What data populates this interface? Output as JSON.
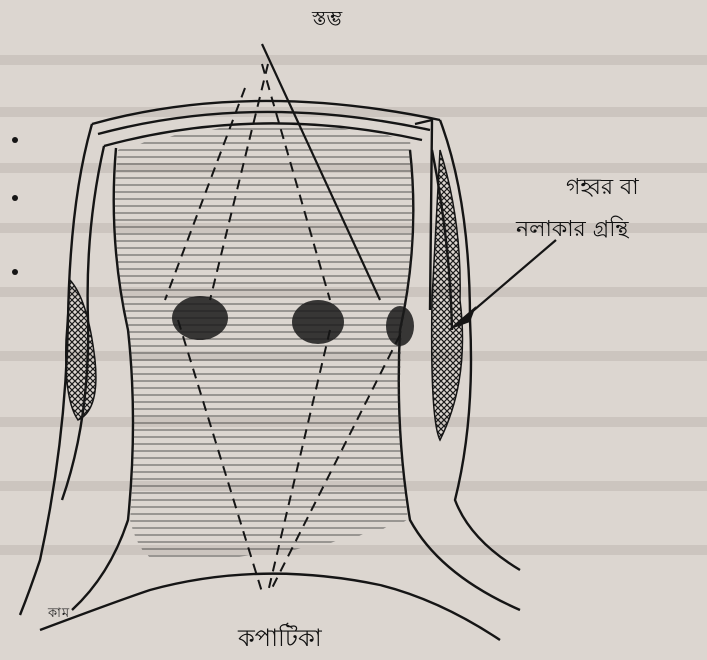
{
  "labels": {
    "top": "স্তম্ভ",
    "right_line1": "গহ্বর বা",
    "right_line2": "নলাকার গ্রন্থি",
    "bottom": "কপাটিকা",
    "signature": "কাম"
  },
  "colors": {
    "paper": "#dcd6d0",
    "ink": "#151515",
    "hatch": "#2a2a2a",
    "bleed": "#b9b2ab"
  }
}
